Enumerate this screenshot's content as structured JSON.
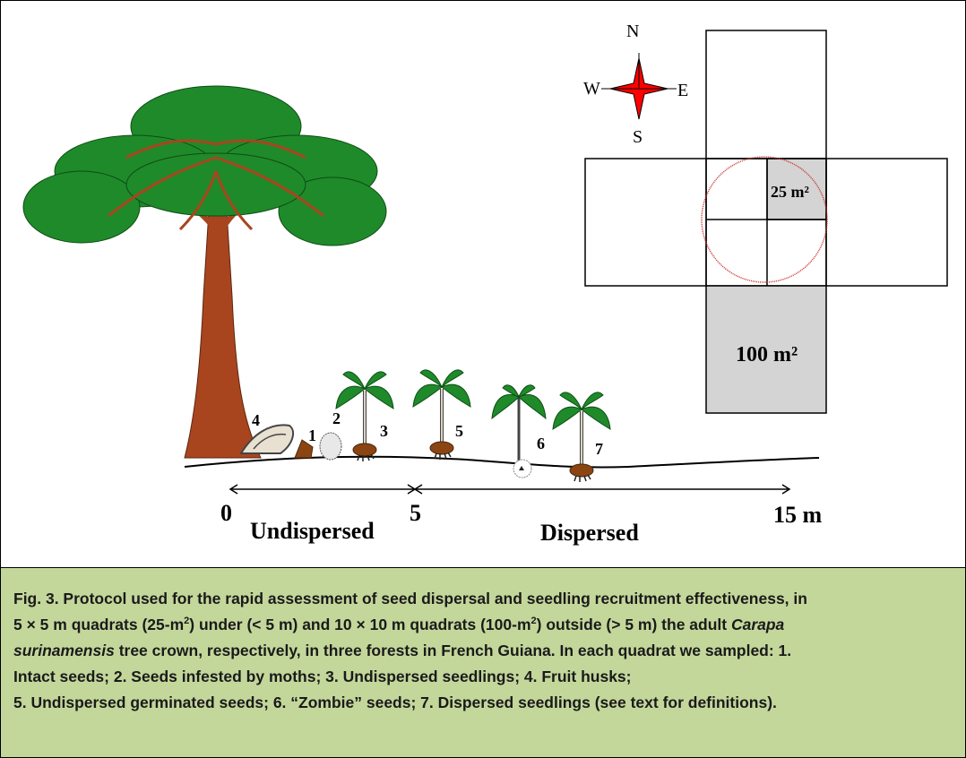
{
  "compass": {
    "n": "N",
    "s": "S",
    "e": "E",
    "w": "W"
  },
  "quadrats": {
    "small_area": "25 m²",
    "large_area": "100 m²"
  },
  "seed_labels": [
    "4",
    "1",
    "2",
    "3",
    "5",
    "6",
    "7"
  ],
  "axis": {
    "tick_start": "0",
    "tick_mid": "5",
    "tick_end": "15 m",
    "zone_undispersed": "Undispersed",
    "zone_dispersed": "Dispersed"
  },
  "caption": {
    "l1": "Fig. 3. Protocol used for the rapid assessment of seed dispersal and seedling recruitment effectiveness, in",
    "l2a": "5 × 5 m quadrats (25-m",
    "l2b": ") under (< 5 m) and 10 × 10 m quadrats (100-m",
    "l2c": ") outside (> 5 m) the adult ",
    "l2d": "Carapa",
    "sup": "2",
    "l3a": "surinamensis",
    "l3b": " tree crown, respectively, in three forests in French Guiana.  In each quadrat we sampled: 1.",
    "l4": "Intact seeds; 2. Seeds infested by moths; 3. Undispersed seedlings;  4. Fruit husks;",
    "l5": "5. Undispersed germinated seeds; 6. “Zombie” seeds; 7. Dispersed seedlings (see text for definitions)."
  },
  "colors": {
    "caption_bg": "#c4d79b",
    "crown": "#1f8a2a",
    "trunk": "#a8451f",
    "compass_star": "#ff0000",
    "quadrat_fill": "#d4d4d4",
    "circle": "#cc3333",
    "seed": "#8b4513"
  }
}
